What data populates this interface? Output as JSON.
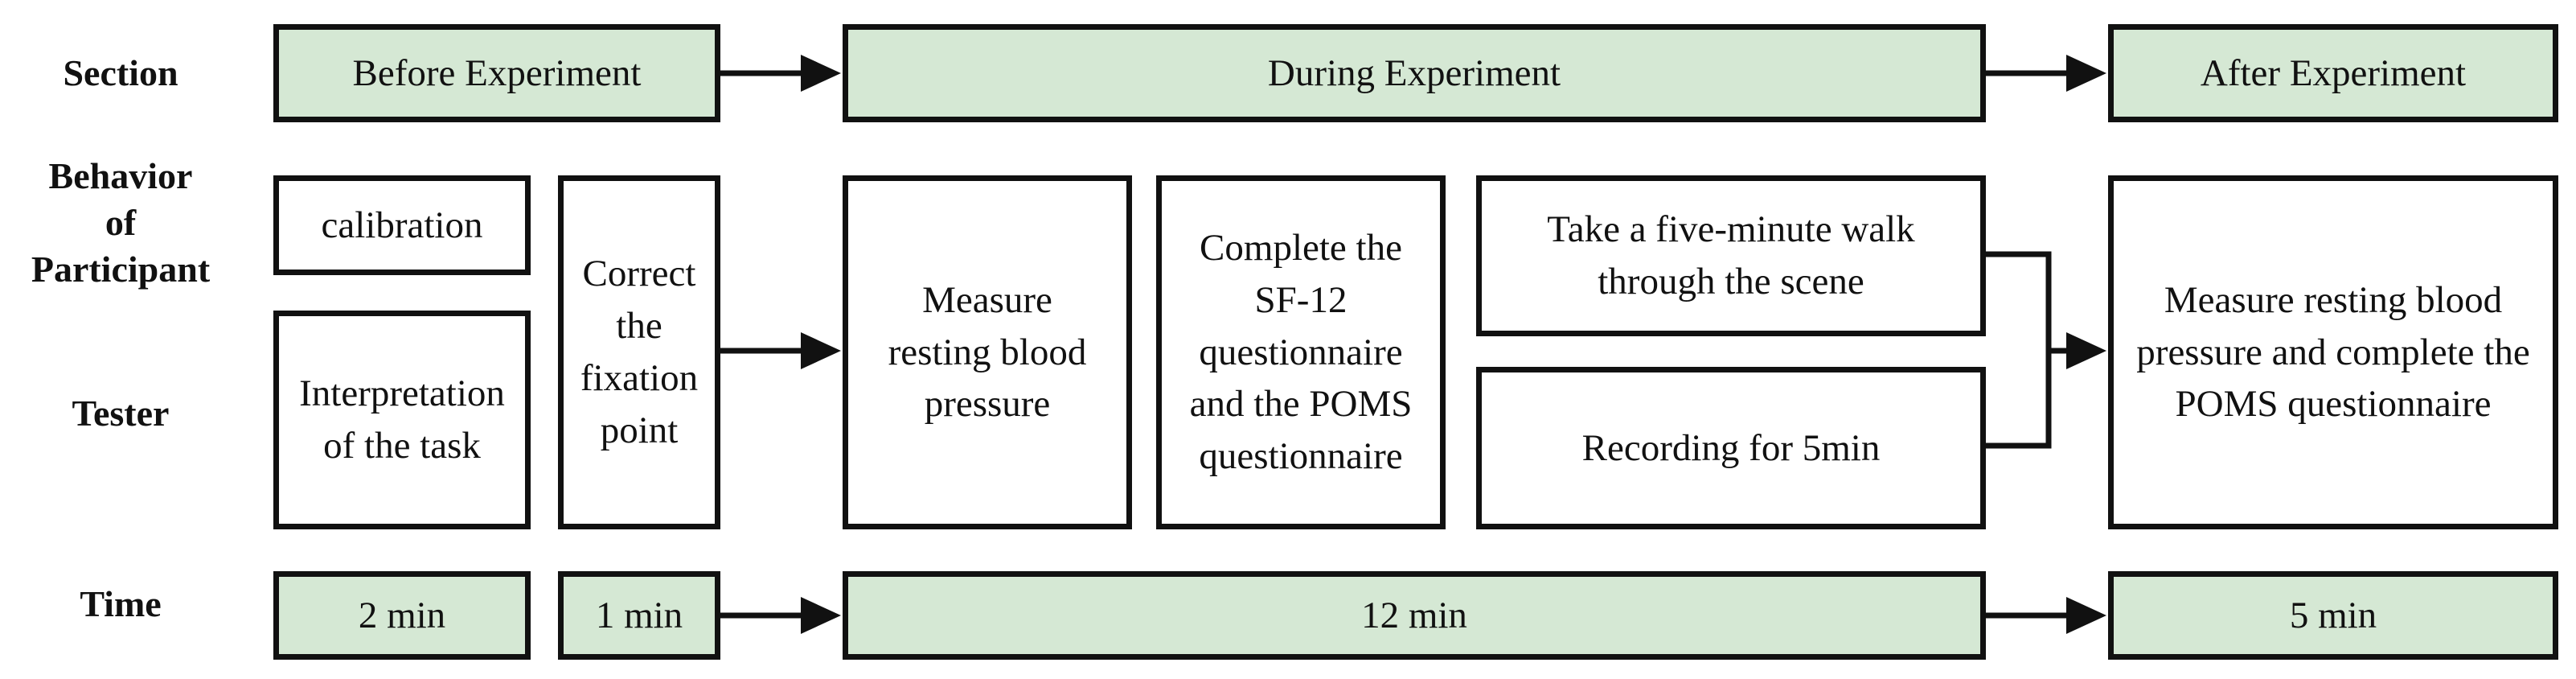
{
  "row_labels": {
    "section": "Section",
    "behavior_line1": "Behavior",
    "behavior_line2": "of",
    "behavior_line3": "Participant",
    "tester": "Tester",
    "time": "Time"
  },
  "sections": {
    "before": "Before Experiment",
    "during": "During Experiment",
    "after": "After Experiment"
  },
  "participant": {
    "calibration": "calibration",
    "correct_fixation": "Correct the fixation point",
    "measure_bp": "Measure resting blood pressure",
    "questionnaires": "Complete the SF-12 questionnaire and the POMS questionnaire",
    "walk": "Take a five-minute walk through the scene",
    "after_measure": "Measure resting blood pressure and complete the POMS questionnaire"
  },
  "tester": {
    "interpretation": "Interpretation of the task",
    "recording": "Recording for 5min"
  },
  "times": {
    "t1": "2 min",
    "t2": "1 min",
    "t3": "12 min",
    "t4": "5 min"
  }
}
